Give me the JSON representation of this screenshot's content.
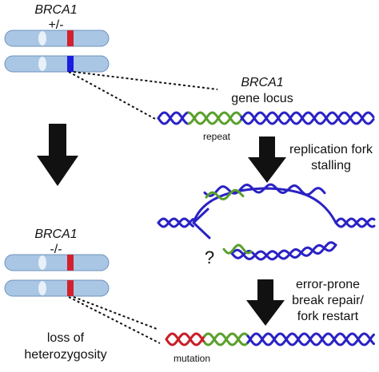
{
  "top_genotype": {
    "gene": "BRCA1",
    "alleles": "+/-"
  },
  "bottom_genotype": {
    "gene": "BRCA1",
    "alleles": "-/-"
  },
  "locus_label": {
    "gene": "BRCA1",
    "text": "gene locus"
  },
  "repeat_label": "repeat",
  "step1_label": {
    "line1": "replication fork",
    "line2": "stalling"
  },
  "question_mark": "?",
  "step2_label": {
    "line1": "error-prone",
    "line2": "break repair/",
    "line3": "fork restart"
  },
  "loh_label": {
    "line1": "loss of",
    "line2": "heterozygosity"
  },
  "mutation_label": "mutation",
  "colors": {
    "chromosome_fill": "#a9c6e4",
    "chromosome_stroke": "#6f93bd",
    "centromere": "#e8f0f8",
    "wild_type_band": "#d2202f",
    "mutant_band": "#1c1ce0",
    "dna_strand": "#2a22c4",
    "repeat": "#5aa02c",
    "mutation": "#c81e28",
    "arrow": "#111111"
  }
}
